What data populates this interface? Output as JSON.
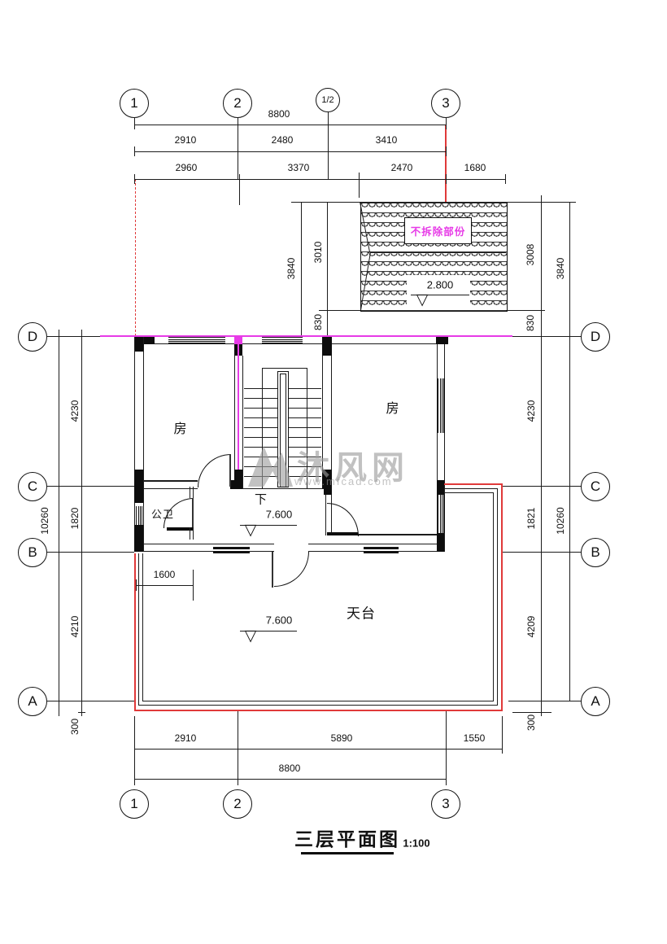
{
  "title": {
    "name": "三层平面图",
    "scale": "1:100"
  },
  "axes": {
    "top": [
      "1",
      "2",
      "1/2",
      "3"
    ],
    "bottom": [
      "1",
      "2",
      "3"
    ],
    "left": [
      "D",
      "C",
      "B",
      "A"
    ],
    "right": [
      "D",
      "C",
      "B",
      "A"
    ]
  },
  "dims": {
    "top_total": "8800",
    "t2910": "2910",
    "t2480": "2480",
    "t3410": "3410",
    "t2960": "2960",
    "t3370": "3370",
    "t2470": "2470",
    "t1680": "1680",
    "roof_l_3840": "3840",
    "roof_l_3010": "3010",
    "roof_l_830": "830",
    "roof_r_3008": "3008",
    "roof_r_3840": "3840",
    "roof_r_830": "830",
    "l_4230": "4230",
    "l_1820": "1820",
    "l_4210": "4210",
    "l_300": "300",
    "l_total": "10260",
    "r_4230": "4230",
    "r_1821": "1821",
    "r_4209": "4209",
    "r_300": "300",
    "r_total": "10260",
    "b2910": "2910",
    "b5890": "5890",
    "b1550": "1550",
    "bottom_total": "8800",
    "terrace_1600": "1600"
  },
  "labels": {
    "room_left": "房",
    "room_right": "房",
    "bathroom": "公卫",
    "terrace": "天台",
    "down": "下",
    "keep": "不拆除部份"
  },
  "levels": {
    "roof": "2.800",
    "hall": "7.600",
    "terrace": "7.600"
  },
  "watermark": {
    "brand": "沐风网",
    "url": "www.mfcad.com"
  },
  "colors": {
    "magenta": "#e73be7",
    "red": "#e03a3a",
    "gray": "#9c9c9c"
  }
}
